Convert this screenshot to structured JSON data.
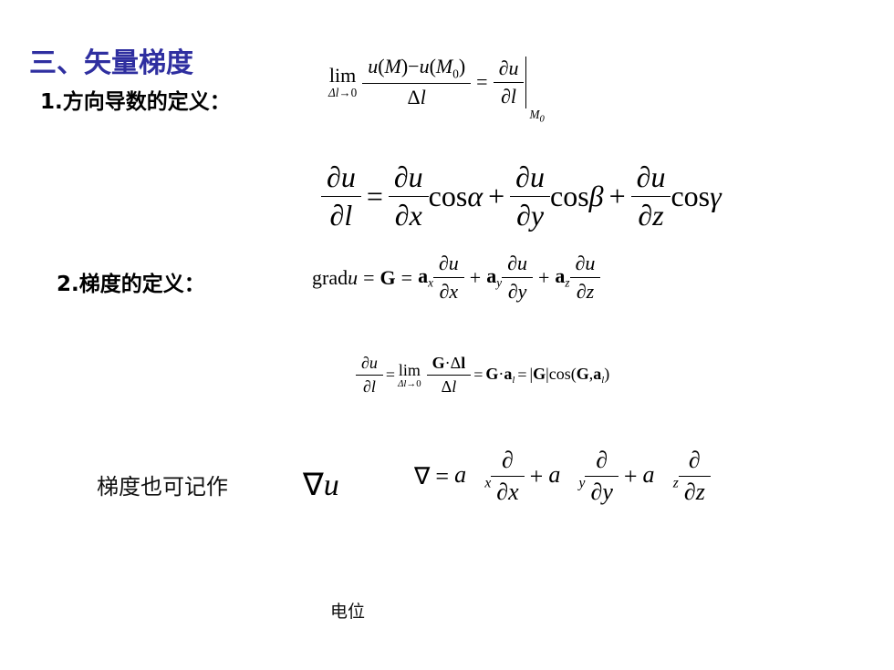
{
  "section_title": "三、矢量梯度",
  "items": [
    {
      "label": "1.方向导数的定义："
    },
    {
      "label": "2.梯度的定义："
    }
  ],
  "gradient_alt_text": "梯度也可记作",
  "footer_text": "电位",
  "symbols": {
    "lim": "lim",
    "limsub": "Δl→0",
    "grad": "grad",
    "cos": "cos"
  }
}
